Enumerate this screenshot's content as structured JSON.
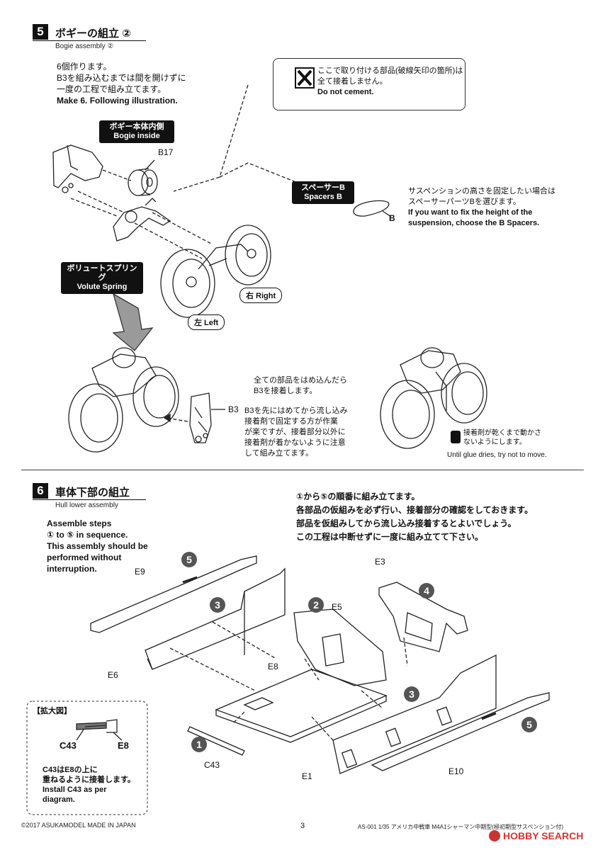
{
  "step5": {
    "number": "5",
    "title": "ボギーの組立 ②",
    "subtitle": "Bogie assembly ②",
    "instructions_jp": [
      "6個作ります。",
      "B3を組み込むまでは間を開けずに",
      "一度の工程で組み立てます。"
    ],
    "instructions_en": "Make 6. Following illustration.",
    "no_cement_jp": [
      "ここで取り付ける部品(破線矢印の箇所)は",
      "全て接着しません。"
    ],
    "no_cement_en": "Do not cement.",
    "bogie_inside_jp": "ボギー本体内側",
    "bogie_inside_en": "Bogie inside",
    "part_b17": "B17",
    "spacers_jp": "スペーサーB",
    "spacers_en": "Spacers B",
    "part_b": "B",
    "spacer_note_jp": [
      "サスペンションの高さを固定したい場合は",
      "スペーサーパーツBを選びます。"
    ],
    "spacer_note_en": [
      "If you want to fix the height of the",
      "suspension, choose the B Spacers."
    ],
    "volute_jp": "ボリュートスプリング",
    "volute_en": "Volute Spring",
    "right_label": "右 Right",
    "left_label": "左 Left",
    "part_b3": "B3",
    "fit_note_jp": [
      "全ての部品をはめ込んだら",
      "B3を接着します。"
    ],
    "flow_note_jp": [
      "B3を先にはめてから流し込み",
      "接着剤で固定する方が作業",
      "が楽ですが、接着部分以外に",
      "接着剤が着かないように注意",
      "して組み立てます。"
    ],
    "glue_note_jp": [
      "接着剤が乾くまで動かさ",
      "ないようにします。"
    ],
    "glue_note_en": "Until glue dries, try not to move."
  },
  "step6": {
    "number": "6",
    "title": "車体下部の組立",
    "subtitle": "Hull lower assembly",
    "instructions_en": [
      "Assemble steps",
      "① to ⑤ in sequence.",
      "This assembly should be",
      "performed without",
      "interruption."
    ],
    "instructions_jp": [
      "①から⑤の順番に組み立てます。",
      "各部品の仮組みを必ず行い、接着部分の確認をしておきます。",
      "部品を仮組みしてから流し込み接着するとよいでしょう。",
      "この工程は中断せずに一度に組み立てて下さい。"
    ],
    "parts": {
      "e9": "E9",
      "e6": "E6",
      "e8": "E8",
      "e5": "E5",
      "e3": "E3",
      "e10": "E10",
      "e1": "E1",
      "c43": "C43"
    },
    "seq": {
      "s1": "1",
      "s2": "2",
      "s3a": "3",
      "s3b": "3",
      "s4": "4",
      "s5a": "5",
      "s5b": "5"
    },
    "zoom_title": "【拡大図】",
    "zoom_c43": "C43",
    "zoom_e8": "E8",
    "zoom_note_jp": [
      "C43はE8の上に",
      "重ねるように接着します。"
    ],
    "zoom_note_en": [
      "Install C43 as per",
      "diagram."
    ]
  },
  "footer": {
    "copyright": "©2017 ASUKAMODEL   MADE IN JAPAN",
    "page": "3",
    "product": "AS-001 1/35 アメリカ中戦車 M4A1シャーマン中期型(極初期型サスペンション付)",
    "watermark": "HOBBY SEARCH"
  },
  "colors": {
    "ink": "#111111",
    "tag": "#111111",
    "seq_circle": "#555555",
    "arrow_fill": "#9a9a9a"
  }
}
